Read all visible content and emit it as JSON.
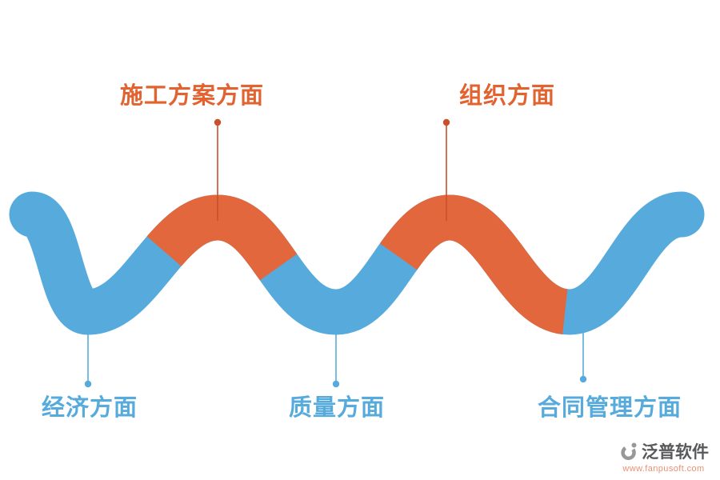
{
  "colors": {
    "blue": "#56ABDC",
    "orange": "#E2673C",
    "connector_orange": "#C8502B",
    "connector_blue": "#56ABDC",
    "label_orange": "#E2632F",
    "label_blue": "#56ABDC",
    "brand_gray": "#58595B",
    "url_color": "#EC9071",
    "logo_gray": "#97989A"
  },
  "labels": {
    "construction": "施工方案方面",
    "organization": "组织方面",
    "economy": "经济方面",
    "quality": "质量方面",
    "contract": "合同管理方面"
  },
  "footer": {
    "brand": "泛普软件",
    "url": "www.fanpusoft.com"
  }
}
